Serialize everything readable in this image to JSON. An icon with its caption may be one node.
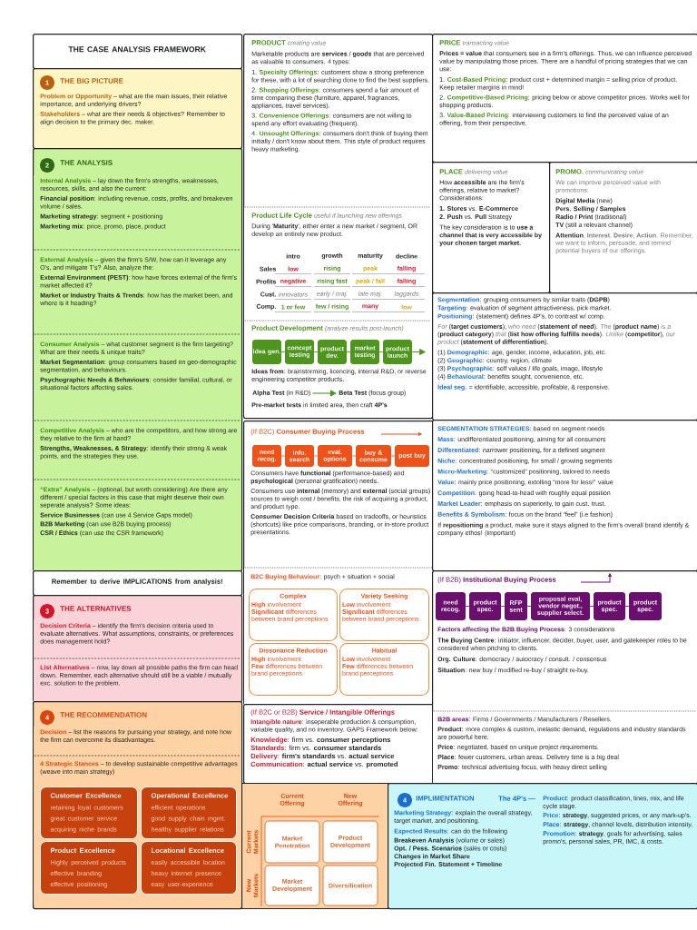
{
  "diagram": {
    "nodes": [
      {
        "text": [
          "THE CASE ANALYSIS FRAMEWORK"
        ]
      },
      {
        "text": [
          "THE BIG PICTURE",
          "**Problem or Opportunity** – what are the main issues, their relative importance, and underlying drivers?",
          "**Stakeholders** – what are their needs & objectives? Remember to align decision to the primary dec. maker."
        ]
      },
      {
        "text": [
          "1"
        ],
        "in": 1
      },
      {
        "text": [
          "THE ANALYSIS"
        ]
      },
      {
        "text": [
          "2"
        ],
        "in": 3
      },
      {
        "text": [
          "**Internal Analysis** – lay down the firm's strengths, weaknesses, resources, skills, and also the current:",
          "**Financial position**: including revenue, costs, profits, and breakeven volume / sales.",
          "**Marketing strategy**: segment + positioning",
          "**Marketing mix**: price, promo, place, product"
        ],
        "in": 3
      },
      {
        "text": [
          "**External Analysis** – given the firm's S/W, how can it leverage any O's, and mitigate T's? Also, analyze the:",
          "**External Environment (PEST)**: how have forces external of the firm's market affected it?",
          "**Market or Industry Traits & Trends**: how has the market been, and where is it heading?"
        ],
        "in": 3
      },
      {
        "text": [
          "**Consumer Analysis** – what customer segment is the firm targeting? What are their needs & unique traits?",
          "**Market Segmentation**: group consumers based on geo-demographic segmentation, and behaviours.",
          "**Psychographic Needs & Behaviours**: consider familial, cultural, or situational factors affecting sales."
        ],
        "in": 3
      },
      {
        "text": [
          "**Competitive Analysis** – who are the competitors, and how strong are they relative to the firm at hand?",
          "**Strengths, Weaknesses, & Strategy**: identify their strong & weak points, and the strategies they use."
        ],
        "in": 3
      },
      {
        "text": [
          "**“Extra” Analysis** – (optional, but worth considering) Are there any different / special factors in this case that might deserve their own seperate analysis? Some ideas:",
          "**Service Businesses** (can use 4 Service Gaps model)",
          "**B2B Marketing** (can use B2B buying process)",
          "**CSR / Ethics** (can use the CSR framework)"
        ],
        "in": 3
      },
      {
        "text": [
          "Remember to derive IMPLICATIONS from analysis!"
        ]
      },
      {
        "text": [
          "THE ALTERNATIVES"
        ]
      },
      {
        "text": [
          "3"
        ],
        "in": 11
      },
      {
        "text": [
          "**Decision Criteria** – identify the firm's decision criteria used to evaluate alternatives. What assumptions, constraints, or preferences does management hold?"
        ],
        "in": 11
      },
      {
        "text": [
          "**List Alternatives** – now, lay down all possible paths the firm can head down. Remember, each alternative should still be a viable / mutually exc. solution to the problem."
        ],
        "in": 11
      },
      {
        "text": [
          "THE RECOMMENDATION"
        ]
      },
      {
        "text": [
          "4"
        ],
        "in": 15
      },
      {
        "text": [
          "**Decision** – list the reasons for pursuing your strategy, and note how the firm can overcome its disadvantages."
        ],
        "in": 15
      },
      {
        "text": [
          "**4 Strategic Stances** – to develop sustainable competitive advantages (weave into main strategy)"
        ],
        "in": 15
      },
      {
        "text": [
          "Customer Excellence",
          "retaining loyal customers",
          "great customer service",
          "acquiring niche brands"
        ],
        "in": 18
      },
      {
        "text": [
          "Operational Excellence",
          "efficient operations",
          "good supply chain mgmt.",
          "healthy supplier relations"
        ],
        "in": 18
      },
      {
        "text": [
          "Product Excellence",
          "Highly perceived products",
          "effective branding",
          "effective positioning"
        ],
        "in": 18
      },
      {
        "text": [
          "Locational Excellence",
          "easily accessible location",
          "heavy internet presence",
          "easy user-experience"
        ],
        "in": 18
      },
      {
        "text": [
          "PRODUCT *creating value*",
          "Marketable products are **services** / **goods** that are perceived as valuable to consumers. 4 types:",
          "1. **Specialty Offerings**: customers show a strong preference for these, with a lot of searching done to find the best suppliers.",
          "2. **Shopping Offerings**: consumers spend a fair amount of time comparing these (furniture, apparel, fragrances, appliances, travel services).",
          "3. **Convenience Offerings**: consumers are not willing to spend any effort evaluating (frequent).",
          "4. **Unsought Offerings**: consumers don't think of buying them initially / don't know about them. This style of product requires heavy marketing."
        ]
      },
      {
        "text": [
          "Product Life Cycle *useful if launching new offerings*",
          "During '**Maturity**', either enter a new market / segment, OR develop an entirely new product."
        ],
        "in": 23
      },
      {
        "text": [
          "Product Development *(analyze results post-launch)*",
          "**Ideas from**: brainstorming, licencing, internal R&D, or reverse engineering competitor products.",
          "**Pre-market tests** in limited area, then craft **4P's**"
        ],
        "in": 23
      },
      {
        "text": [
          "idea gen."
        ],
        "in": 25
      },
      {
        "text": [
          "concept testing"
        ],
        "in": 25
      },
      {
        "text": [
          "product dev."
        ],
        "in": 25
      },
      {
        "text": [
          "market testing"
        ],
        "in": 25
      },
      {
        "text": [
          "product launch"
        ],
        "in": 25
      },
      {
        "text": [
          "**Alpha Test** (in R&D)"
        ],
        "in": 25
      },
      {
        "text": [
          "**Beta Test** (focus group)"
        ],
        "in": 25
      },
      {
        "text": [
          "(If B2C) **Consumer Buying Process**",
          "Consumers have **functional** (performance-based) and **psychological** (personal gratification) needs.",
          "Consumers use **internal** (memory) and **external** (social groups) sources to weigh cost / benefits, the risk of acquiring a product, and product type.",
          "**Consumer Decision Criteria** based on tradeoffs, or heuristics (shortcuts) like price comparisons, branding, or in-store product presentations."
        ]
      },
      {
        "text": [
          "need recog."
        ],
        "in": 33
      },
      {
        "text": [
          "info. search"
        ],
        "in": 33
      },
      {
        "text": [
          "eval. options"
        ],
        "in": 33
      },
      {
        "text": [
          "buy & consume"
        ],
        "in": 33
      },
      {
        "text": [
          "post buy"
        ],
        "in": 33
      },
      {
        "text": [
          "**B2C Buying Behaviour**: psych + situation + social"
        ],
        "in": 33
      },
      {
        "text": [
          "Complex",
          "**High** involvement",
          "**Significant** differences between brand perceptions"
        ],
        "in": 39
      },
      {
        "text": [
          "Variety Seeking",
          "**Low** involvement",
          "**Significant** differences between brand perceptions"
        ],
        "in": 39
      },
      {
        "text": [
          "Dissonance Reduction",
          "**High** involvement",
          "**Few** differences between brand perceptions"
        ],
        "in": 39
      },
      {
        "text": [
          "Habitual",
          "**Low** involvement",
          "**Few** differences between brand perceptions"
        ],
        "in": 39
      },
      {
        "text": [
          "(If B2C or B2B) **Service / Intangible Offerings**",
          "**Intangible nature**: inseperable production & consumption, variable quality, and no inventory. GAPS Framework below:",
          "**Knowledge**: firm vs. **consumer perceptions**",
          "**Standards**: firm vs. **consumer standards**",
          "**Delivery**: **firm's standards** vs. **actual service**",
          "**Communication**: **actual service** vs. **promoted**"
        ]
      },
      {
        "text": [
          "Current Offering",
          "New Offering",
          "Current Markets",
          "New Markets"
        ]
      },
      {
        "text": [
          "Market Penetration"
        ],
        "in": 45
      },
      {
        "text": [
          "Product Development"
        ],
        "in": 45
      },
      {
        "text": [
          "Market Development"
        ],
        "in": 45
      },
      {
        "text": [
          "Diversification"
        ],
        "in": 45
      },
      {
        "text": [
          "PRICE *transacting value*",
          "**Prices = value** that consumers see in a firm's offerings. Thus, we can influence perceived value by manipulating those prices. There are a handful of pricing strategies that we can use:",
          "1. **Cost-Based Pricing**: product cost + determined margin = selling price of product. Keep retailer margins in mind!",
          "2. **Competitive-Based Pricing**: pricing below or above competitor prices. Works well for shopping products.",
          "3. **Value-Based Pricing**: interviewing customers to find the perceived value of an offering, from their perspective."
        ]
      },
      {
        "text": [
          "PLACE *delivering value*",
          "How **accessible** are the firm's offerings, relative to market? Considerations:",
          "**1. Stores** vs. **E-Commerce**",
          "**2. Push** vs. **Pull** Strategy",
          "The key consideration is to **use a channel that is very accessible by your chosen target market.**"
        ]
      },
      {
        "text": [
          "PROMO. *communicating value*",
          "We can improve perceived value with promotions:",
          "**Digital Media** (new)",
          "**Pers. Selling / Samples**",
          "**Radio / Print** (traditional)",
          "**TV** (still a relevant channel)",
          "**Attention**, **Interest**, **Desire**, **Action**. Remember, we want to inform, persuade, and remind potential buyers of our offerings."
        ]
      },
      {
        "text": [
          "**Segmentation**: grouping consumers by similar traits (**DGPB**)",
          "**Targeting**: evaluation of segment attractiveness, pick market.",
          "**Positioning**: (statement) defines 4P's, to contrast w/ comp.",
          "*For* (**target customers**), *who need* (**statement of need**). *The* (**product name**) *is a* (**product category**) *that* (**list how offering fulfills needs**). *Unlike* (**competitor**), *our product* (**statement of differentiation**).",
          "(1) **Demographic**: age, gender, income, education, job, etc.",
          "(2) **Geographic**: country, region, climate",
          "(3) **Psychographic**: self values / life goals, image, lifestyle",
          "(4) **Behavioural**: benefits sought, convenience, etc.",
          "**Ideal seg.** = identifiable, accessible, profitable, & responsive."
        ]
      },
      {
        "text": [
          "**SEGMENTATION STRATEGIES**: based on segment needs",
          "**Mass**: undifferentiated positioning, aiming for all consumers",
          "**Differentiated**: narrower positioning, for a defined segment",
          "**Niche**: concentrated positioning, for small / growing segments",
          "**Micro-Marketing**: “customized” positioning, tailored to needs",
          "**Value**: mainly price positioning, extolling “more for less!” value",
          "**Competition**: going head-to-head with roughly equal position",
          "**Market Leader**: emphasis on superiority, to gain cust. trust.",
          "**Benefits & Symbolism**: focus on the brand “feel” (i.e fashion)",
          "If **repositioning** a product, make sure it stays aligned to the firm's overall brand identify & company ethos! (important)"
        ]
      },
      {
        "text": [
          "(If B2B) **Institutional Buying Process**",
          "**Factors affecting the B2B Buying Process**: 3 considerations",
          "**The Buying Centre**: initiator, influencer, decider, buyer, user, and gatekeeper roles to be considered when pitching to clients.",
          "**Org. Culture**: democracy / autocracy / consult. / consensus",
          "**Situation**: new buy / modified re-buy / straight re-buy."
        ]
      },
      {
        "text": [
          "need recog."
        ],
        "in": 55
      },
      {
        "text": [
          "product spec."
        ],
        "in": 55
      },
      {
        "text": [
          "RFP sent"
        ],
        "in": 55
      },
      {
        "text": [
          "proposal eval, vendor negot., supplier select."
        ],
        "in": 55
      },
      {
        "text": [
          "product spec."
        ],
        "in": 55
      },
      {
        "text": [
          "product spec."
        ],
        "in": 55
      },
      {
        "text": [
          "**B2B areas**: Firms / Governments / Manufacturers / Resellers.",
          "**Product**: more complex & custom, inelastic demand, regulations and industry standards are powerful here.",
          "**Price**: negotiated, based on unique project requirements.",
          "**Place**: fewer customers, urban areas. Delivery time is a big deal",
          "**Promo**: technical advertising focus, with heavy direct selling"
        ],
        "in": 55
      },
      {
        "text": [
          "IMPLIMENTATION",
          "The 4P's —",
          "**Marketing Strategy**: explain the overall strategy, target market, and positioning.",
          "**Expected Results**: can do the following",
          "**Breakeven Analysis** (volume or sales)",
          "**Opt. / Pess. Scenarios** (sales or costs)",
          "**Changes in Market Share**",
          "**Projected Fin. Statement + Timeline**",
          "**Product**: product classification, lines, mix, and life cycle stage.",
          "**Price**: **strategy**, suggested prices, or any mark-up's.",
          "**Place**: **strategy**, channel levels, distribution intensity.",
          "**Promotion**: **strategy**, goals for advertising, sales promo's, personal sales, PR, IMC, & costs."
        ]
      },
      {
        "text": [
          "4"
        ],
        "in": 63
      }
    ],
    "edges": [
      {
        "from": 26,
        "to": 27,
        "arrow": "none",
        "color": "#4e951e"
      },
      {
        "from": 27,
        "to": 28,
        "arrow": "none",
        "color": "#4e951e"
      },
      {
        "from": 28,
        "to": 29,
        "arrow": "none",
        "color": "#4e951e"
      },
      {
        "from": 29,
        "to": 30,
        "arrow": "none",
        "color": "#4e951e"
      },
      {
        "from": 30,
        "to": null,
        "arrow": "to",
        "color": "#4e951e"
      },
      {
        "from": 31,
        "to": 32,
        "arrow": "to",
        "color": "#4e951e"
      },
      {
        "from": 34,
        "to": 35,
        "arrow": "none",
        "color": "#ef5219"
      },
      {
        "from": 35,
        "to": 36,
        "arrow": "none",
        "color": "#ef5219"
      },
      {
        "from": 36,
        "to": 37,
        "arrow": "none",
        "color": "#ef5219"
      },
      {
        "from": 37,
        "to": 38,
        "arrow": "none",
        "color": "#ef5219"
      },
      {
        "from": 56,
        "to": 57,
        "arrow": "none",
        "color": "#6a0f6d"
      },
      {
        "from": 57,
        "to": 58,
        "arrow": "none",
        "color": "#6a0f6d"
      },
      {
        "from": 58,
        "to": 59,
        "arrow": "none",
        "color": "#6a0f6d"
      },
      {
        "from": 59,
        "to": 60,
        "arrow": "none",
        "color": "#6a0f6d"
      },
      {
        "from": 60,
        "to": 61,
        "arrow": "none",
        "color": "#6a0f6d"
      }
    ],
    "labels": [
      "intro",
      "growth",
      "maturity",
      "decline",
      "Sales",
      "low",
      "rising",
      "peak",
      "falling",
      "Profits",
      "negative",
      "rising fast",
      "peak / fall",
      "falling",
      "Cust.",
      "innovators",
      "early / maj.",
      "late maj.",
      "laggards",
      "Comp.",
      "1 or few",
      "few / rising",
      "many",
      "low"
    ]
  }
}
